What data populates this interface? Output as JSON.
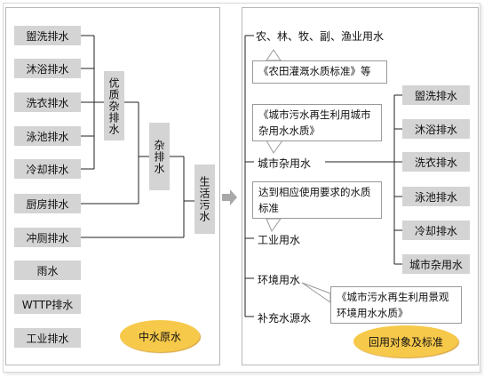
{
  "left": {
    "sources": [
      "盥洗排水",
      "沐浴排水",
      "洗衣排水",
      "泳池排水",
      "冷却排水",
      "厨房排水",
      "冲厕排水",
      "雨水",
      "WTTP排水",
      "工业排水"
    ],
    "group_youzhi": "优质杂排水",
    "group_zapai": "杂排水",
    "group_shenghuo": "生活污水",
    "bubble": "中水原水"
  },
  "right": {
    "uses": {
      "agri": "农、林、牧、副、渔业用水",
      "urban": "城市杂用水",
      "industry": "工业用水",
      "environment": "环境用水",
      "replenish": "补充水源水"
    },
    "callouts": {
      "agri_std": "《农田灌溉水质标准》等",
      "urban_std": "《城市污水再生利用城市杂用水水质》",
      "industry_std": "达到相应使用要求的水质标准",
      "env_std": "《城市污水再生利用景观环境用水水质》"
    },
    "urban_targets": [
      "盥洗排水",
      "沐浴排水",
      "洗衣排水",
      "泳池排水",
      "冷却排水",
      "城市杂用水"
    ],
    "bubble": "回用对象及标准"
  },
  "colors": {
    "box": "#d4d4d4",
    "bubble": "#f7c94a",
    "arrow": "#a8a8a8",
    "line": "#222222"
  }
}
